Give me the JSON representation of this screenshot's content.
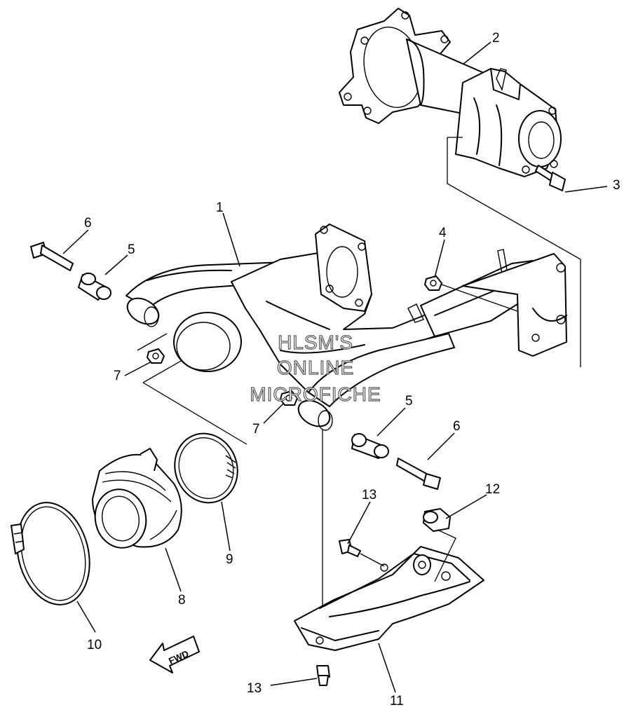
{
  "watermark": {
    "lines": [
      "HLSM'S",
      "ONLINE",
      "MICROFICHE"
    ]
  },
  "direction_label": "FWD",
  "callouts": [
    {
      "id": "c1",
      "label": "1"
    },
    {
      "id": "c2",
      "label": "2"
    },
    {
      "id": "c3",
      "label": "3"
    },
    {
      "id": "c4",
      "label": "4"
    },
    {
      "id": "c5a",
      "label": "5"
    },
    {
      "id": "c5b",
      "label": "5"
    },
    {
      "id": "c6a",
      "label": "6"
    },
    {
      "id": "c6b",
      "label": "6"
    },
    {
      "id": "c7a",
      "label": "7"
    },
    {
      "id": "c7b",
      "label": "7"
    },
    {
      "id": "c8",
      "label": "8"
    },
    {
      "id": "c9",
      "label": "9"
    },
    {
      "id": "c10",
      "label": "10"
    },
    {
      "id": "c11",
      "label": "11"
    },
    {
      "id": "c12",
      "label": "12"
    },
    {
      "id": "c13a",
      "label": "13"
    },
    {
      "id": "c13b",
      "label": "13"
    }
  ]
}
